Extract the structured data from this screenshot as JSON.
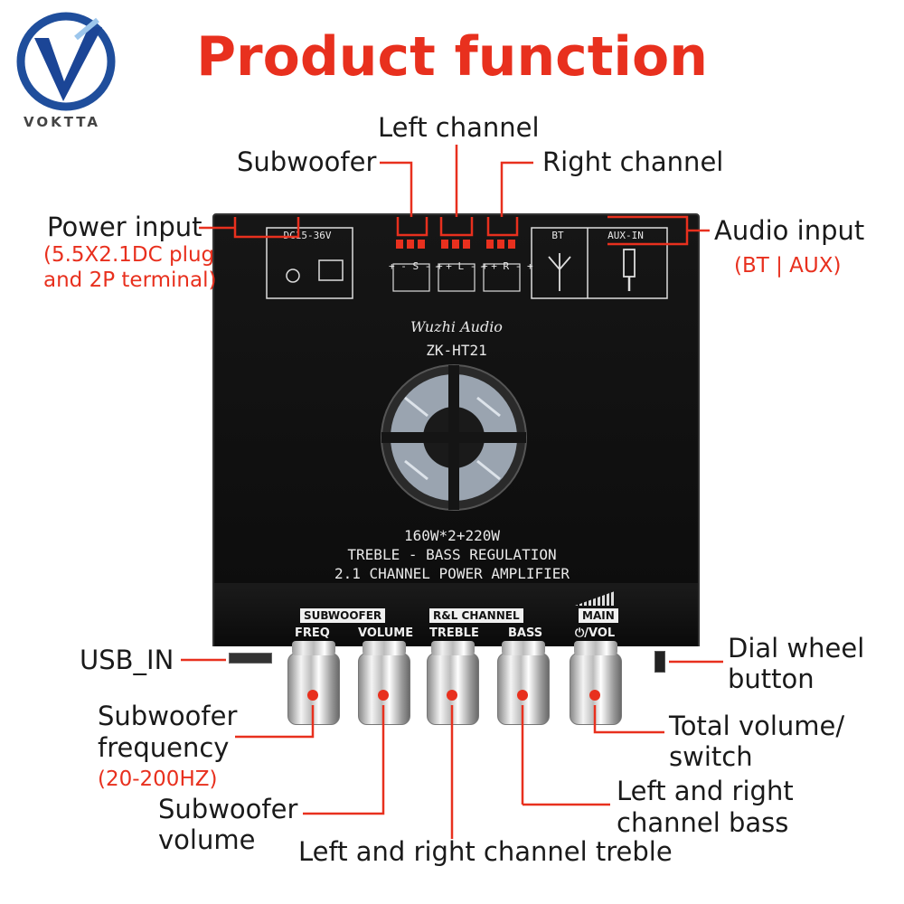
{
  "title": "Product function",
  "logo": {
    "text": "VOKTTA"
  },
  "labels": {
    "left_channel": "Left channel",
    "subwoofer": "Subwoofer",
    "right_channel": "Right channel",
    "power_input": "Power input",
    "power_input_detail_1": "(5.5X2.1DC plug",
    "power_input_detail_2": "and 2P terminal)",
    "audio_input": "Audio input",
    "audio_input_detail": "(BT | AUX)",
    "usb_in": "USB_IN",
    "dial_wheel_1": "Dial wheel",
    "dial_wheel_2": "button",
    "sub_freq_1": "Subwoofer",
    "sub_freq_2": "frequency",
    "sub_freq_detail": "(20-200HZ)",
    "total_volume_1": "Total volume/",
    "total_volume_2": "switch",
    "lr_bass_1": "Left and right",
    "lr_bass_2": "channel bass",
    "sub_volume_1": "Subwoofer",
    "sub_volume_2": "volume",
    "lr_treble": "Left and right channel treble"
  },
  "board": {
    "brand": "Wuzhi Audio",
    "model": "ZK-HT21",
    "spec_1": "160W*2+220W",
    "spec_2": "TREBLE - BASS REGULATION",
    "spec_3": "2.1 CHANNEL POWER AMPLIFIER",
    "dc_label": "DC15-36V",
    "bt_label": "BT",
    "aux_label": "AUX-IN",
    "sp_s": "+ - S - +",
    "sp_l": "- + L - +",
    "sp_r": "- + R - +",
    "group_subwoofer": "SUBWOOFER",
    "group_rl": "R&L CHANNEL",
    "group_main": "MAIN",
    "knob_freq": "FREQ",
    "knob_volume": "VOLUME",
    "knob_treble": "TREBLE",
    "knob_bass": "BASS",
    "knob_vol": "⏻/VOL"
  },
  "colors": {
    "accent": "#e8301e",
    "text": "#1a1a1a",
    "board": "#111111"
  }
}
